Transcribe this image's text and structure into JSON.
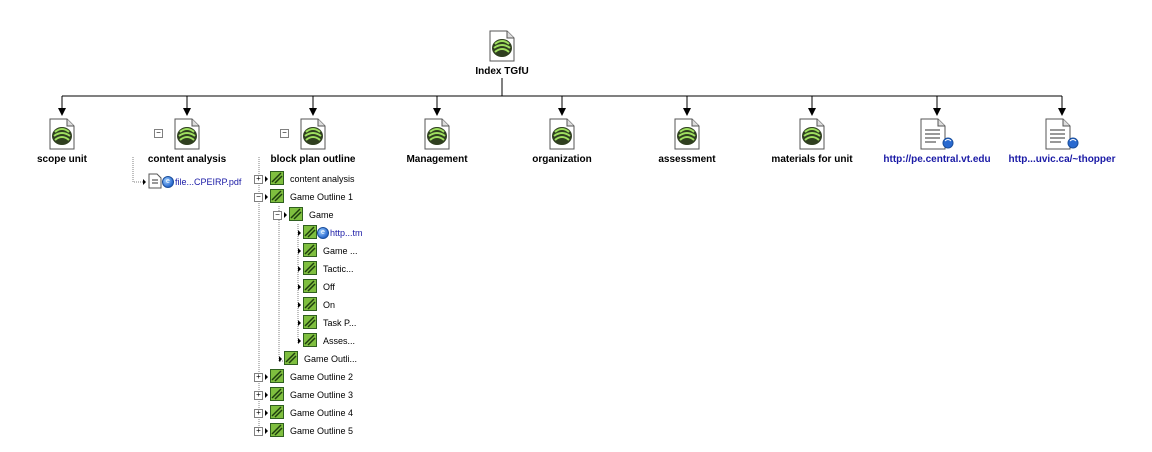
{
  "root": {
    "label": "Index TGfU"
  },
  "children": [
    {
      "label": "scope unit",
      "icon": "tgfu-map-icon",
      "link": false
    },
    {
      "label": "content analysis",
      "icon": "tgfu-map-icon",
      "link": false
    },
    {
      "label": "block plan outline",
      "icon": "tgfu-map-icon",
      "link": false
    },
    {
      "label": "Management",
      "icon": "tgfu-map-icon",
      "link": false
    },
    {
      "label": "organization",
      "icon": "tgfu-map-icon",
      "link": false
    },
    {
      "label": "assessment",
      "icon": "tgfu-map-icon",
      "link": false
    },
    {
      "label": "materials for unit",
      "icon": "tgfu-map-icon",
      "link": false
    },
    {
      "label": "http://pe.central.vt.edu",
      "icon": "web-page-icon",
      "link": true
    },
    {
      "label": "http...uvic.ca/~thopper",
      "icon": "web-page-icon",
      "link": true
    }
  ],
  "content_analysis_items": [
    {
      "label": "file...CPEIRP.pdf"
    }
  ],
  "block_plan_items": [
    {
      "label": "content analysis",
      "expander": "+"
    },
    {
      "label": "Game Outline 1",
      "expander": "-"
    },
    {
      "label": "Game",
      "expander": "-"
    },
    {
      "label": "http...tm",
      "link": true
    },
    {
      "label": "Game ..."
    },
    {
      "label": "Tactic..."
    },
    {
      "label": "Off"
    },
    {
      "label": "On"
    },
    {
      "label": "Task P..."
    },
    {
      "label": "Asses..."
    },
    {
      "label": "Game Outli..."
    },
    {
      "label": "Game Outline 2",
      "expander": "+"
    },
    {
      "label": "Game Outline 3",
      "expander": "+"
    },
    {
      "label": "Game Outline 4",
      "expander": "+"
    },
    {
      "label": "Game Outline 5",
      "expander": "+"
    }
  ],
  "colors": {
    "link": "#1a1aa6",
    "icon_green": "#7fbf3f",
    "icon_dark": "#2f3f1f"
  }
}
